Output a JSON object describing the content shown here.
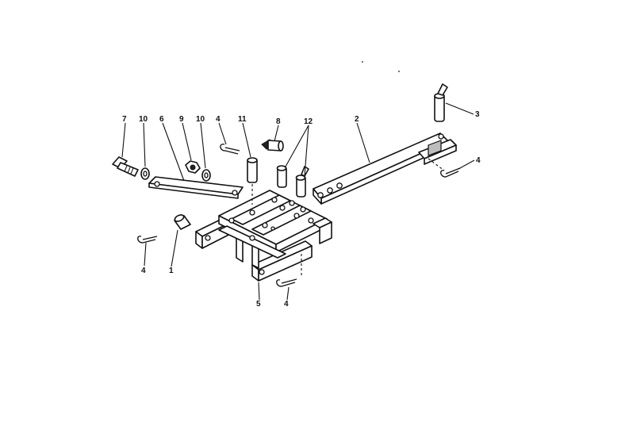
{
  "diagram": {
    "callouts": [
      {
        "id": "c1",
        "label": "1"
      },
      {
        "id": "c2",
        "label": "2"
      },
      {
        "id": "c3",
        "label": "3"
      },
      {
        "id": "c4a",
        "label": "4"
      },
      {
        "id": "c4b",
        "label": "4"
      },
      {
        "id": "c4c",
        "label": "4"
      },
      {
        "id": "c4d",
        "label": "4"
      },
      {
        "id": "c5",
        "label": "5"
      },
      {
        "id": "c6",
        "label": "6"
      },
      {
        "id": "c7",
        "label": "7"
      },
      {
        "id": "c8",
        "label": "8"
      },
      {
        "id": "c9",
        "label": "9"
      },
      {
        "id": "c10a",
        "label": "10"
      },
      {
        "id": "c10b",
        "label": "10"
      },
      {
        "id": "c11",
        "label": "11"
      },
      {
        "id": "c12",
        "label": "12"
      }
    ]
  }
}
